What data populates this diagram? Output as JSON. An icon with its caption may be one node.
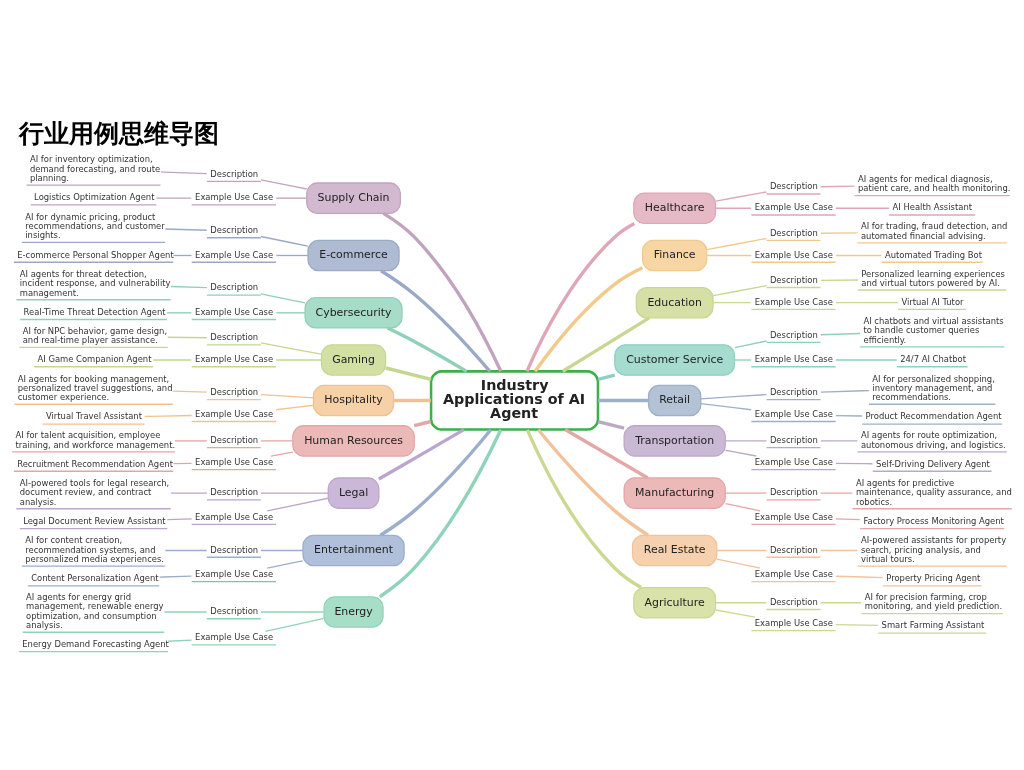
{
  "diagram": {
    "title": "行业用例思维导图",
    "nodes": [
      {
        "text": [
          "Industry Applications of AI Agent"
        ]
      },
      {
        "text": [
          "Supply Chain"
        ]
      },
      {
        "text": [
          "Description"
        ]
      },
      {
        "text": [
          "AI for inventory optimization, demand forecasting, and route planning."
        ]
      },
      {
        "text": [
          "Example Use Case"
        ]
      },
      {
        "text": [
          "Logistics Optimization Agent"
        ]
      },
      {
        "text": [
          "E-commerce"
        ]
      },
      {
        "text": [
          "Description"
        ]
      },
      {
        "text": [
          "AI for dynamic pricing, product recommendations, and customer insights."
        ]
      },
      {
        "text": [
          "Example Use Case"
        ]
      },
      {
        "text": [
          "E-commerce Personal Shopper Agent"
        ]
      },
      {
        "text": [
          "Cybersecurity"
        ]
      },
      {
        "text": [
          "Description"
        ]
      },
      {
        "text": [
          "AI agents for threat detection, incident response, and vulnerability management."
        ]
      },
      {
        "text": [
          "Example Use Case"
        ]
      },
      {
        "text": [
          "Real-Time Threat Detection Agent"
        ]
      },
      {
        "text": [
          "Gaming"
        ]
      },
      {
        "text": [
          "Description"
        ]
      },
      {
        "text": [
          "AI for NPC behavior, game design, and real-time player assistance."
        ]
      },
      {
        "text": [
          "Example Use Case"
        ]
      },
      {
        "text": [
          "AI Game Companion Agent"
        ]
      },
      {
        "text": [
          "Hospitality"
        ]
      },
      {
        "text": [
          "Description"
        ]
      },
      {
        "text": [
          "AI agents for booking management, personalized travel suggestions, and customer experience."
        ]
      },
      {
        "text": [
          "Example Use Case"
        ]
      },
      {
        "text": [
          "Virtual Travel Assistant"
        ]
      },
      {
        "text": [
          "Human Resources"
        ]
      },
      {
        "text": [
          "Description"
        ]
      },
      {
        "text": [
          "AI for talent acquisition, employee training, and workforce management."
        ]
      },
      {
        "text": [
          "Example Use Case"
        ]
      },
      {
        "text": [
          "Recruitment Recommendation Agent"
        ]
      },
      {
        "text": [
          "Legal"
        ]
      },
      {
        "text": [
          "Description"
        ]
      },
      {
        "text": [
          "AI-powered tools for legal research, document review, and contract analysis."
        ]
      },
      {
        "text": [
          "Example Use Case"
        ]
      },
      {
        "text": [
          "Legal Document Review Assistant"
        ]
      },
      {
        "text": [
          "Entertainment"
        ]
      },
      {
        "text": [
          "Description"
        ]
      },
      {
        "text": [
          "AI for content creation, recommendation systems, and personalized media experiences."
        ]
      },
      {
        "text": [
          "Example Use Case"
        ]
      },
      {
        "text": [
          "Content Personalization Agent"
        ]
      },
      {
        "text": [
          "Energy"
        ]
      },
      {
        "text": [
          "Description"
        ]
      },
      {
        "text": [
          "AI agents for energy grid management, renewable energy optimization, and consumption analysis."
        ]
      },
      {
        "text": [
          "Example Use Case"
        ]
      },
      {
        "text": [
          "Energy Demand Forecasting Agent"
        ]
      },
      {
        "text": [
          "Healthcare"
        ]
      },
      {
        "text": [
          "Description"
        ]
      },
      {
        "text": [
          "AI agents for medical diagnosis, patient care, and health monitoring."
        ]
      },
      {
        "text": [
          "Example Use Case"
        ]
      },
      {
        "text": [
          "AI Health Assistant"
        ]
      },
      {
        "text": [
          "Finance"
        ]
      },
      {
        "text": [
          "Description"
        ]
      },
      {
        "text": [
          "AI for trading, fraud detection, and automated financial advising."
        ]
      },
      {
        "text": [
          "Example Use Case"
        ]
      },
      {
        "text": [
          "Automated Trading Bot"
        ]
      },
      {
        "text": [
          "Education"
        ]
      },
      {
        "text": [
          "Description"
        ]
      },
      {
        "text": [
          "Personalized learning experiences and virtual tutors powered by AI."
        ]
      },
      {
        "text": [
          "Example Use Case"
        ]
      },
      {
        "text": [
          "Virtual AI Tutor"
        ]
      },
      {
        "text": [
          "Customer Service"
        ]
      },
      {
        "text": [
          "Description"
        ]
      },
      {
        "text": [
          "AI chatbots and virtual assistants to handle customer queries efficiently."
        ]
      },
      {
        "text": [
          "Example Use Case"
        ]
      },
      {
        "text": [
          "24/7 AI Chatbot"
        ]
      },
      {
        "text": [
          "Retail"
        ]
      },
      {
        "text": [
          "Description"
        ]
      },
      {
        "text": [
          "AI for personalized shopping, inventory management, and recommendations."
        ]
      },
      {
        "text": [
          "Example Use Case"
        ]
      },
      {
        "text": [
          "Product Recommendation Agent"
        ]
      },
      {
        "text": [
          "Transportation"
        ]
      },
      {
        "text": [
          "Description"
        ]
      },
      {
        "text": [
          "AI agents for route optimization, autonomous driving, and logistics."
        ]
      },
      {
        "text": [
          "Example Use Case"
        ]
      },
      {
        "text": [
          "Self-Driving Delivery Agent"
        ]
      },
      {
        "text": [
          "Manufacturing"
        ]
      },
      {
        "text": [
          "Description"
        ]
      },
      {
        "text": [
          "AI agents for predictive maintenance, quality assurance, and robotics."
        ]
      },
      {
        "text": [
          "Example Use Case"
        ]
      },
      {
        "text": [
          "Factory Process Monitoring Agent"
        ]
      },
      {
        "text": [
          "Real Estate"
        ]
      },
      {
        "text": [
          "Description"
        ]
      },
      {
        "text": [
          "AI-powered assistants for property search, pricing analysis, and virtual tours."
        ]
      },
      {
        "text": [
          "Example Use Case"
        ]
      },
      {
        "text": [
          "Property Pricing Agent"
        ]
      },
      {
        "text": [
          "Agriculture"
        ]
      },
      {
        "text": [
          "Description"
        ]
      },
      {
        "text": [
          "AI for precision farming, crop monitoring, and yield prediction."
        ]
      },
      {
        "text": [
          "Example Use Case"
        ]
      },
      {
        "text": [
          "Smart Farming Assistant"
        ]
      }
    ],
    "edges": [
      {
        "from": 1,
        "to": 0,
        "arrow": "none",
        "style": "thick",
        "color": "#c2a3bd"
      },
      {
        "from": 2,
        "to": 1,
        "arrow": "none",
        "color": "#c2a3bd"
      },
      {
        "from": 3,
        "to": 2,
        "arrow": "none",
        "color": "#c2a3bd"
      },
      {
        "from": 4,
        "to": 1,
        "arrow": "none",
        "color": "#c2a3bd"
      },
      {
        "from": 5,
        "to": 4,
        "arrow": "none",
        "color": "#c2a3bd"
      },
      {
        "from": 6,
        "to": 0,
        "arrow": "none",
        "style": "thick",
        "color": "#9aaac6"
      },
      {
        "from": 7,
        "to": 6,
        "arrow": "none",
        "color": "#9aaac6"
      },
      {
        "from": 8,
        "to": 7,
        "arrow": "none",
        "color": "#9aaac6"
      },
      {
        "from": 9,
        "to": 6,
        "arrow": "none",
        "color": "#9aaac6"
      },
      {
        "from": 10,
        "to": 9,
        "arrow": "none",
        "color": "#9aaac6"
      },
      {
        "from": 11,
        "to": 0,
        "arrow": "none",
        "style": "thick",
        "color": "#8fd0b8"
      },
      {
        "from": 12,
        "to": 11,
        "arrow": "none",
        "color": "#8fd0b8"
      },
      {
        "from": 13,
        "to": 12,
        "arrow": "none",
        "color": "#8fd0b8"
      },
      {
        "from": 14,
        "to": 11,
        "arrow": "none",
        "color": "#8fd0b8"
      },
      {
        "from": 15,
        "to": 14,
        "arrow": "none",
        "color": "#8fd0b8"
      },
      {
        "from": 16,
        "to": 0,
        "arrow": "none",
        "style": "thick",
        "color": "#c5d78e"
      },
      {
        "from": 17,
        "to": 16,
        "arrow": "none",
        "color": "#c5d78e"
      },
      {
        "from": 18,
        "to": 17,
        "arrow": "none",
        "color": "#c5d78e"
      },
      {
        "from": 19,
        "to": 16,
        "arrow": "none",
        "color": "#c5d78e"
      },
      {
        "from": 20,
        "to": 19,
        "arrow": "none",
        "color": "#c5d78e"
      },
      {
        "from": 21,
        "to": 0,
        "arrow": "none",
        "style": "thick",
        "color": "#f0c28e"
      },
      {
        "from": 22,
        "to": 21,
        "arrow": "none",
        "color": "#f0c28e"
      },
      {
        "from": 23,
        "to": 22,
        "arrow": "none",
        "color": "#f0c28e"
      },
      {
        "from": 24,
        "to": 21,
        "arrow": "none",
        "color": "#f0c28e"
      },
      {
        "from": 25,
        "to": 24,
        "arrow": "none",
        "color": "#f0c28e"
      },
      {
        "from": 26,
        "to": 0,
        "arrow": "none",
        "style": "thick",
        "color": "#e4a5a5"
      },
      {
        "from": 27,
        "to": 26,
        "arrow": "none",
        "color": "#e4a5a5"
      },
      {
        "from": 28,
        "to": 27,
        "arrow": "none",
        "color": "#e4a5a5"
      },
      {
        "from": 29,
        "to": 26,
        "arrow": "none",
        "color": "#e4a5a5"
      },
      {
        "from": 30,
        "to": 29,
        "arrow": "none",
        "color": "#e4a5a5"
      },
      {
        "from": 31,
        "to": 0,
        "arrow": "none",
        "style": "thick",
        "color": "#bba5cc"
      },
      {
        "from": 32,
        "to": 31,
        "arrow": "none",
        "color": "#bba5cc"
      },
      {
        "from": 33,
        "to": 32,
        "arrow": "none",
        "color": "#bba5cc"
      },
      {
        "from": 34,
        "to": 31,
        "arrow": "none",
        "color": "#bba5cc"
      },
      {
        "from": 35,
        "to": 34,
        "arrow": "none",
        "color": "#bba5cc"
      },
      {
        "from": 36,
        "to": 0,
        "arrow": "none",
        "style": "thick",
        "color": "#9caecd"
      },
      {
        "from": 37,
        "to": 36,
        "arrow": "none",
        "color": "#9caecd"
      },
      {
        "from": 38,
        "to": 37,
        "arrow": "none",
        "color": "#9caecd"
      },
      {
        "from": 39,
        "to": 36,
        "arrow": "none",
        "color": "#9caecd"
      },
      {
        "from": 40,
        "to": 39,
        "arrow": "none",
        "color": "#9caecd"
      },
      {
        "from": 41,
        "to": 0,
        "arrow": "none",
        "style": "thick",
        "color": "#8fd4b8"
      },
      {
        "from": 42,
        "to": 41,
        "arrow": "none",
        "color": "#8fd4b8"
      },
      {
        "from": 43,
        "to": 42,
        "arrow": "none",
        "color": "#8fd4b8"
      },
      {
        "from": 44,
        "to": 41,
        "arrow": "none",
        "color": "#8fd4b8"
      },
      {
        "from": 45,
        "to": 44,
        "arrow": "none",
        "color": "#8fd4b8"
      },
      {
        "from": 0,
        "to": 46,
        "arrow": "none",
        "style": "thick",
        "color": "#dea6b6"
      },
      {
        "from": 46,
        "to": 47,
        "arrow": "none",
        "color": "#dea6b6"
      },
      {
        "from": 47,
        "to": 48,
        "arrow": "none",
        "color": "#dea6b6"
      },
      {
        "from": 46,
        "to": 49,
        "arrow": "none",
        "color": "#dea6b6"
      },
      {
        "from": 49,
        "to": 50,
        "arrow": "none",
        "color": "#dea6b6"
      },
      {
        "from": 0,
        "to": 51,
        "arrow": "none",
        "style": "thick",
        "color": "#f2c98c"
      },
      {
        "from": 51,
        "to": 52,
        "arrow": "none",
        "color": "#f2c98c"
      },
      {
        "from": 52,
        "to": 53,
        "arrow": "none",
        "color": "#f2c98c"
      },
      {
        "from": 51,
        "to": 54,
        "arrow": "none",
        "color": "#f2c98c"
      },
      {
        "from": 54,
        "to": 55,
        "arrow": "none",
        "color": "#f2c98c"
      },
      {
        "from": 0,
        "to": 56,
        "arrow": "none",
        "style": "thick",
        "color": "#c8d78f"
      },
      {
        "from": 56,
        "to": 57,
        "arrow": "none",
        "color": "#c8d78f"
      },
      {
        "from": 57,
        "to": 58,
        "arrow": "none",
        "color": "#c8d78f"
      },
      {
        "from": 56,
        "to": 59,
        "arrow": "none",
        "color": "#c8d78f"
      },
      {
        "from": 59,
        "to": 60,
        "arrow": "none",
        "color": "#c8d78f"
      },
      {
        "from": 0,
        "to": 61,
        "arrow": "none",
        "style": "thick",
        "color": "#8ed0c0"
      },
      {
        "from": 61,
        "to": 62,
        "arrow": "none",
        "color": "#8ed0c0"
      },
      {
        "from": 62,
        "to": 63,
        "arrow": "none",
        "color": "#8ed0c0"
      },
      {
        "from": 61,
        "to": 64,
        "arrow": "none",
        "color": "#8ed0c0"
      },
      {
        "from": 64,
        "to": 65,
        "arrow": "none",
        "color": "#8ed0c0"
      },
      {
        "from": 0,
        "to": 66,
        "arrow": "none",
        "style": "thick",
        "color": "#9eb0c6"
      },
      {
        "from": 66,
        "to": 67,
        "arrow": "none",
        "color": "#9eb0c6"
      },
      {
        "from": 67,
        "to": 68,
        "arrow": "none",
        "color": "#9eb0c6"
      },
      {
        "from": 66,
        "to": 69,
        "arrow": "none",
        "color": "#9eb0c6"
      },
      {
        "from": 69,
        "to": 70,
        "arrow": "none",
        "color": "#9eb0c6"
      },
      {
        "from": 0,
        "to": 71,
        "arrow": "none",
        "style": "thick",
        "color": "#bba8c8"
      },
      {
        "from": 71,
        "to": 72,
        "arrow": "none",
        "color": "#bba8c8"
      },
      {
        "from": 72,
        "to": 73,
        "arrow": "none",
        "color": "#bba8c8"
      },
      {
        "from": 71,
        "to": 74,
        "arrow": "none",
        "color": "#bba8c8"
      },
      {
        "from": 74,
        "to": 75,
        "arrow": "none",
        "color": "#bba8c8"
      },
      {
        "from": 0,
        "to": 76,
        "arrow": "none",
        "style": "thick",
        "color": "#e4a6a6"
      },
      {
        "from": 76,
        "to": 77,
        "arrow": "none",
        "color": "#e4a6a6"
      },
      {
        "from": 77,
        "to": 78,
        "arrow": "none",
        "color": "#e4a6a6"
      },
      {
        "from": 76,
        "to": 79,
        "arrow": "none",
        "color": "#e4a6a6"
      },
      {
        "from": 79,
        "to": 80,
        "arrow": "none",
        "color": "#e4a6a6"
      },
      {
        "from": 0,
        "to": 81,
        "arrow": "none",
        "style": "thick",
        "color": "#f2c29a"
      },
      {
        "from": 81,
        "to": 82,
        "arrow": "none",
        "color": "#f2c29a"
      },
      {
        "from": 82,
        "to": 83,
        "arrow": "none",
        "color": "#f2c29a"
      },
      {
        "from": 81,
        "to": 84,
        "arrow": "none",
        "color": "#f2c29a"
      },
      {
        "from": 84,
        "to": 85,
        "arrow": "none",
        "color": "#f2c29a"
      },
      {
        "from": 0,
        "to": 86,
        "arrow": "none",
        "style": "thick",
        "color": "#ccd892"
      },
      {
        "from": 86,
        "to": 87,
        "arrow": "none",
        "color": "#ccd892"
      },
      {
        "from": 87,
        "to": 88,
        "arrow": "none",
        "color": "#ccd892"
      },
      {
        "from": 86,
        "to": 89,
        "arrow": "none",
        "color": "#ccd892"
      },
      {
        "from": 89,
        "to": 90,
        "arrow": "none",
        "color": "#ccd892"
      }
    ]
  }
}
